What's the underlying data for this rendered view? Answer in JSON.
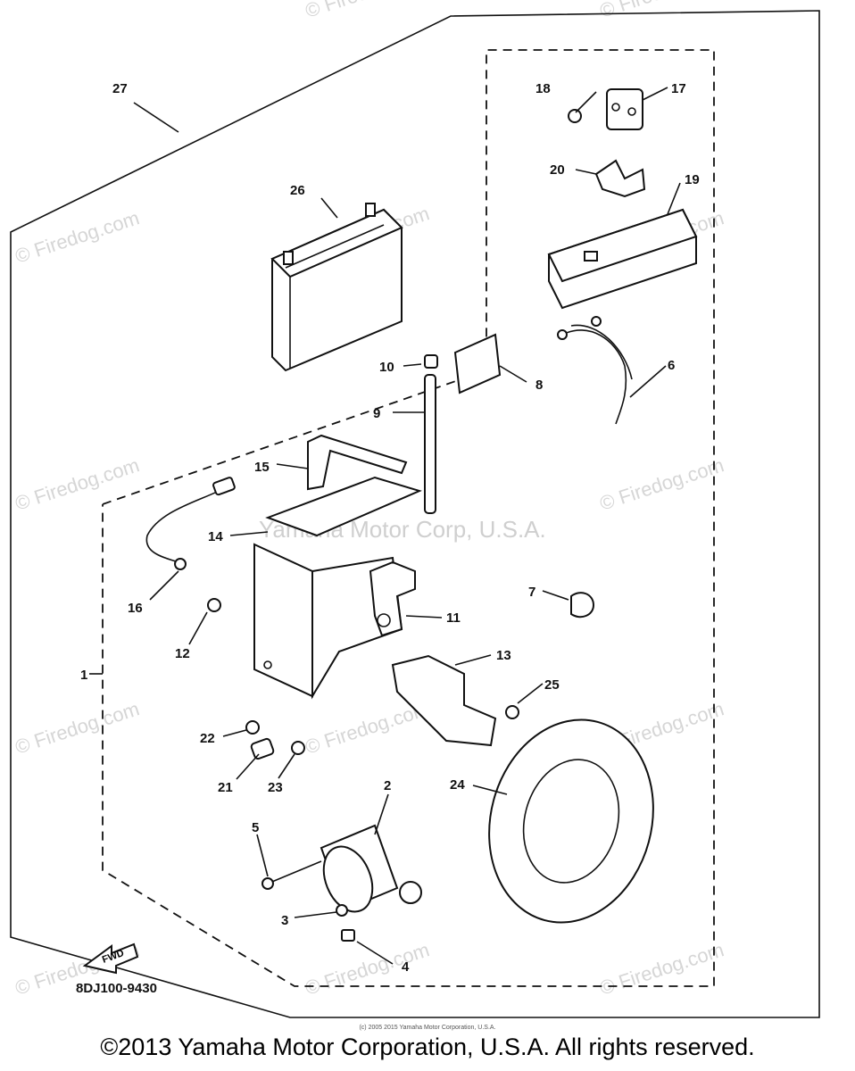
{
  "callouts": {
    "c1": "1",
    "c2": "2",
    "c3": "3",
    "c4": "4",
    "c5": "5",
    "c6": "6",
    "c7": "7",
    "c8": "8",
    "c9": "9",
    "c10": "10",
    "c11": "11",
    "c12": "12",
    "c13": "13",
    "c14": "14",
    "c15": "15",
    "c16": "16",
    "c17": "17",
    "c18": "18",
    "c19": "19",
    "c20": "20",
    "c21": "21",
    "c22": "22",
    "c23": "23",
    "c24": "24",
    "c25": "25",
    "c26": "26",
    "c27": "27"
  },
  "fwd_label": "FWD",
  "diagram_code": "8DJ100-9430",
  "watermark": "© Firedog.com",
  "center_watermark": "Yamaha Motor Corp, U.S.A.",
  "small_note": "(c) 2005 2015 Yamaha Motor Corporation, U.S.A.",
  "copyright": "©2013 Yamaha Motor Corporation, U.S.A. All rights reserved."
}
